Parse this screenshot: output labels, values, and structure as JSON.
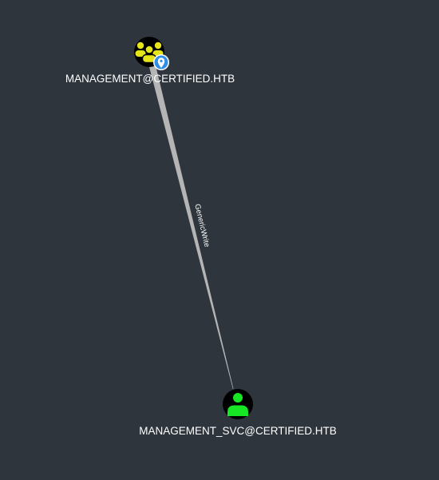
{
  "graph": {
    "background_color": "#2e353d",
    "nodes": [
      {
        "id": "group",
        "label": "MANAGEMENT@CERTIFIED.HTB",
        "type": "group",
        "icon": "users-icon",
        "icon_color": "#e5e51a",
        "badge_icon": "map-pin-icon",
        "badge_color": "#2f8ee6"
      },
      {
        "id": "user",
        "label": "MANAGEMENT_SVC@CERTIFIED.HTB",
        "type": "user",
        "icon": "user-icon",
        "icon_color": "#17e625"
      }
    ],
    "edges": [
      {
        "source": "group",
        "target": "user",
        "label": "GenericWrite",
        "color": "#b5b5b5"
      }
    ]
  }
}
